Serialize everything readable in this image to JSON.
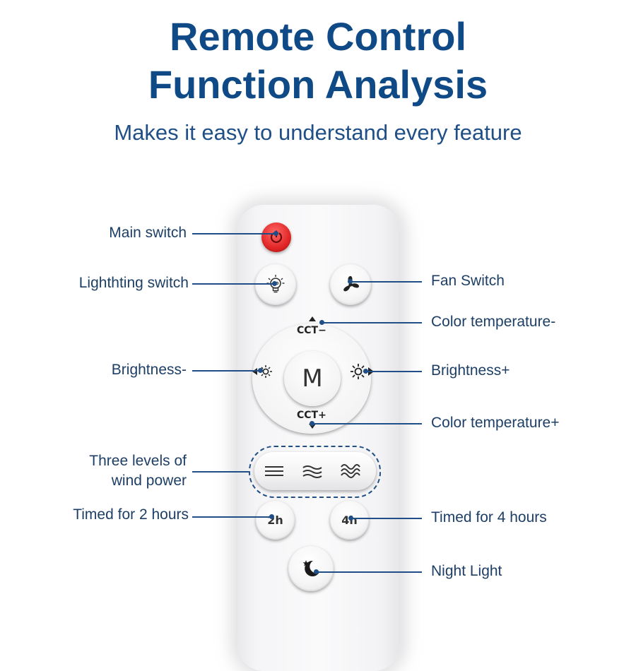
{
  "header": {
    "title_line1": "Remote Control",
    "title_line2": "Function Analysis",
    "subtitle": "Makes it easy to understand every feature"
  },
  "remote": {
    "dpad_center": "M",
    "cct_minus": "CCT−",
    "cct_plus": "CCT+",
    "timer_2h": "2h",
    "timer_4h": "4h"
  },
  "labels": {
    "main_switch": "Main switch",
    "lighting_switch": "Lighthting switch",
    "fan_switch": "Fan Switch",
    "color_temp_minus": "Color temperature-",
    "brightness_minus": "Brightness-",
    "brightness_plus": "Brightness+",
    "color_temp_plus": "Color temperature+",
    "wind_power_line1": "Three levels of",
    "wind_power_line2": "wind power",
    "timed_2": "Timed for 2 hours",
    "timed_4": "Timed for 4 hours",
    "night_light": "Night Light"
  },
  "colors": {
    "title": "#0f4a86",
    "label": "#1d3f66",
    "power_button": "#e22626"
  },
  "icons": {
    "power": "power-icon",
    "light": "bulb-icon",
    "fan": "fan-icon",
    "brightness_down": "brightness-down-icon",
    "brightness_up": "brightness-up-icon",
    "wind_low": "wind-low-icon",
    "wind_mid": "wind-mid-icon",
    "wind_high": "wind-high-icon",
    "night": "moon-star-icon"
  }
}
